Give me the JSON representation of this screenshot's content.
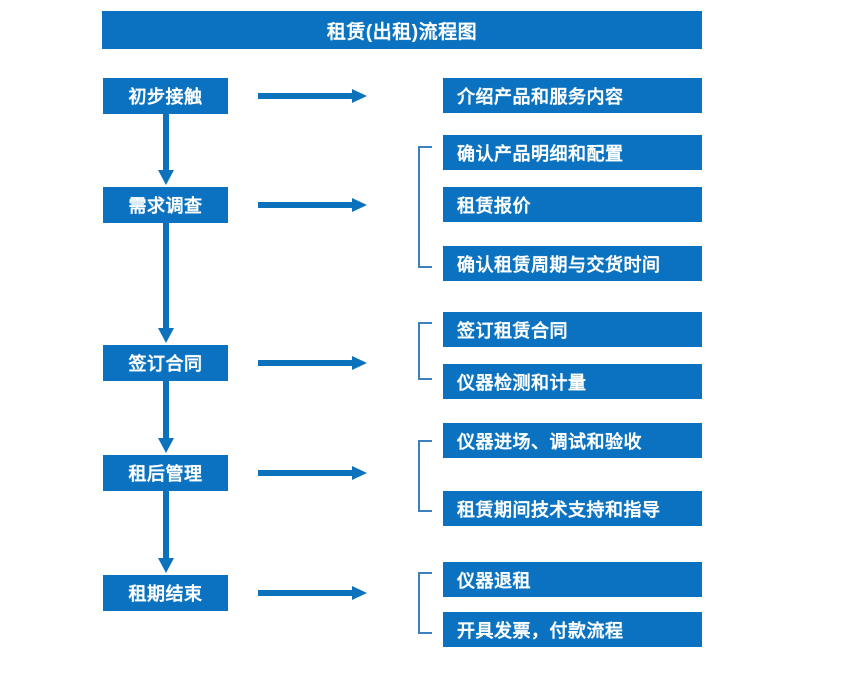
{
  "theme": {
    "box_fill": "#0a72c0",
    "box_text": "#ffffff",
    "arrow_color": "#0d72bc",
    "bracket_color": "#3d7fbf",
    "background": "#ffffff"
  },
  "header": {
    "title": "租赁(出租)流程图"
  },
  "flow": {
    "stages": [
      {
        "id": "stage-1",
        "label": "初步接触"
      },
      {
        "id": "stage-2",
        "label": "需求调查"
      },
      {
        "id": "stage-3",
        "label": "签订合同"
      },
      {
        "id": "stage-4",
        "label": "租后管理"
      },
      {
        "id": "stage-5",
        "label": "租期结束"
      }
    ],
    "groups": [
      {
        "stage": "初步接触",
        "has_bracket": false,
        "details": [
          {
            "label": "介绍产品和服务内容"
          }
        ]
      },
      {
        "stage": "需求调查",
        "has_bracket": true,
        "details": [
          {
            "label": "确认产品明细和配置"
          },
          {
            "label": "租赁报价"
          },
          {
            "label": "确认租赁周期与交货时间"
          }
        ]
      },
      {
        "stage": "签订合同",
        "has_bracket": true,
        "details": [
          {
            "label": "签订租赁合同"
          },
          {
            "label": "仪器检测和计量"
          }
        ]
      },
      {
        "stage": "租后管理",
        "has_bracket": true,
        "details": [
          {
            "label": "仪器进场、调试和验收"
          },
          {
            "label": "租赁期间技术支持和指导"
          }
        ]
      },
      {
        "stage": "租期结束",
        "has_bracket": true,
        "details": [
          {
            "label": "仪器退租"
          },
          {
            "label": "开具发票，付款流程"
          }
        ]
      }
    ],
    "connectors": {
      "vertical_arrows": 4,
      "horizontal_arrows": 5,
      "arrow_icon": "arrow-right-icon",
      "down_arrow_icon": "arrow-down-icon"
    }
  }
}
